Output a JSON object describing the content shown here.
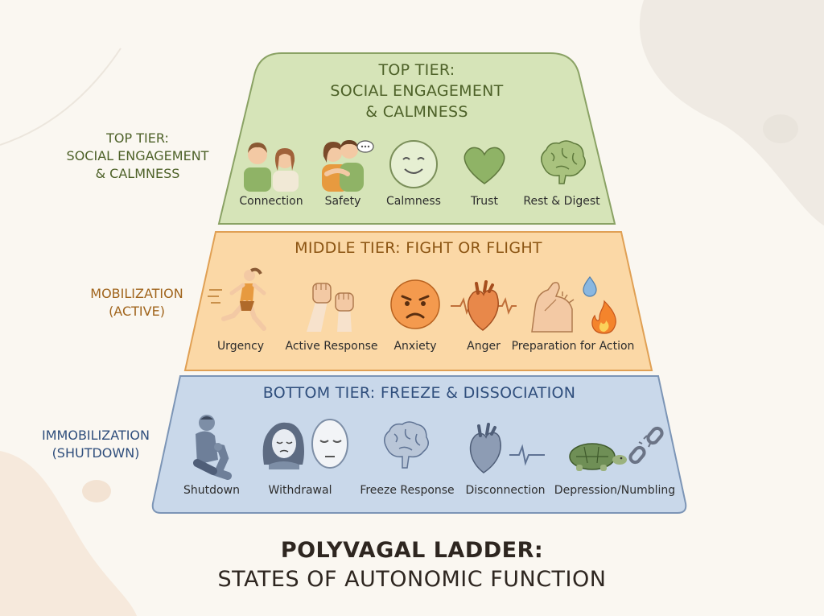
{
  "colors": {
    "top_fill": "#d6e4b8",
    "top_stroke": "#8aa264",
    "top_text": "#4d6128",
    "middle_fill": "#fbd8a6",
    "middle_stroke": "#e0a054",
    "middle_text": "#8b5412",
    "bottom_fill": "#c9d8ea",
    "bottom_stroke": "#7c95b6",
    "bottom_text": "#2f4e7c"
  },
  "top": {
    "title_line1": "TOP TIER:",
    "title_line2": "SOCIAL ENGAGEMENT",
    "title_line3": "& CALMNESS",
    "side_line1": "TOP TIER:",
    "side_line2": "SOCIAL ENGAGEMENT",
    "side_line3": "& CALMNESS",
    "items": [
      {
        "label": "Connection",
        "icon": "two-people-icon"
      },
      {
        "label": "Safety",
        "icon": "hugging-people-icon"
      },
      {
        "label": "Calmness",
        "icon": "smiling-face-icon"
      },
      {
        "label": "Trust",
        "icon": "heart-icon"
      },
      {
        "label": "Rest & Digest",
        "icon": "brain-icon"
      }
    ]
  },
  "middle": {
    "title": "MIDDLE TIER: FIGHT OR FLIGHT",
    "side_line1": "MOBILIZATION",
    "side_line2": "(ACTIVE)",
    "items": [
      {
        "label": "Urgency",
        "icon": "running-person-icon"
      },
      {
        "label": "Active Response",
        "icon": "raised-fists-icon"
      },
      {
        "label": "Anxiety",
        "icon": "angry-face-icon"
      },
      {
        "label": "Anger",
        "icon": "anatomical-heart-icon"
      },
      {
        "label": "Preparation for Action",
        "icon": "flexed-arm-fire-icon"
      }
    ]
  },
  "bottom": {
    "title": "BOTTOM TIER: FREEZE & DISSOCIATION",
    "side_line1": "IMMOBILIZATION",
    "side_line2": "(SHUTDOWN)",
    "items": [
      {
        "label": "Shutdown",
        "icon": "sitting-person-icon"
      },
      {
        "label": "Withdrawal",
        "icon": "sad-person-icon"
      },
      {
        "label": "Freeze Response",
        "icon": "mask-brain-icon"
      },
      {
        "label": "Disconnection",
        "icon": "heart-pulse-icon"
      },
      {
        "label": "Depression/Numbling",
        "icon": "turtle-broken-chain-icon"
      }
    ]
  },
  "footer": {
    "title_bold": "POLYVAGAL LADDER:",
    "title_regular": "STATES OF AUTONOMIC FUNCTION"
  }
}
